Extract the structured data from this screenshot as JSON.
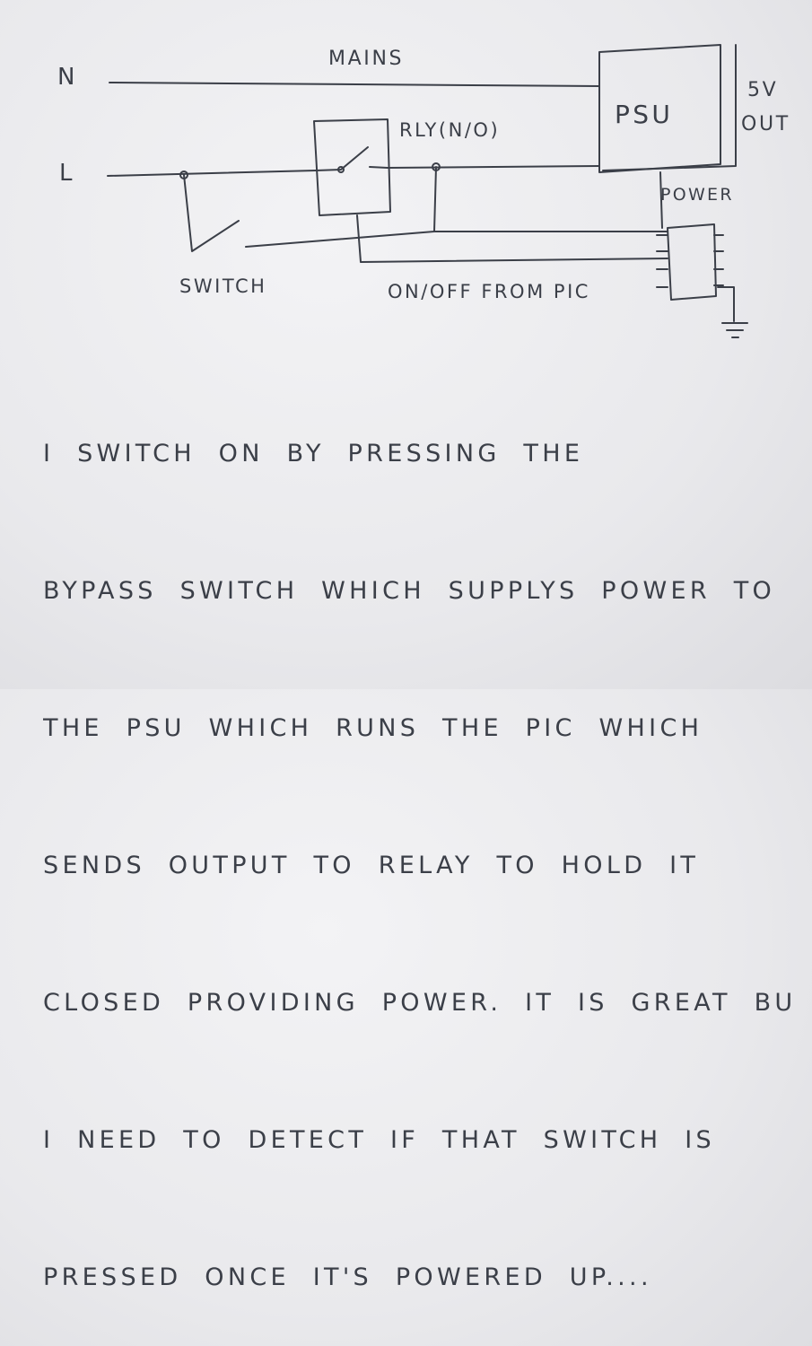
{
  "diagram": {
    "labels": {
      "neutral": "N",
      "live": "L",
      "mains": "MAINS",
      "psu": "PSU",
      "out_line1": "5V",
      "out_line2": "OUT",
      "relay": "RLY(N/O)",
      "power": "POWER",
      "switch": "SWITCH",
      "control": "ON/OFF FROM PIC"
    }
  },
  "note": {
    "lines": [
      "I  SWITCH  ON  BY  PRESSING  THE",
      "BYPASS  SWITCH  WHICH  SUPPLYS  POWER  TO",
      "THE  PSU  WHICH  RUNS  THE  PIC  WHICH",
      "SENDS  OUTPUT  TO  RELAY  TO  HOLD  IT",
      "CLOSED  PROVIDING  POWER.  IT  IS  GREAT  BU",
      "I  NEED  TO  DETECT  IF  THAT  SWITCH  IS",
      "PRESSED  ONCE  IT'S  POWERED  UP...."
    ]
  }
}
